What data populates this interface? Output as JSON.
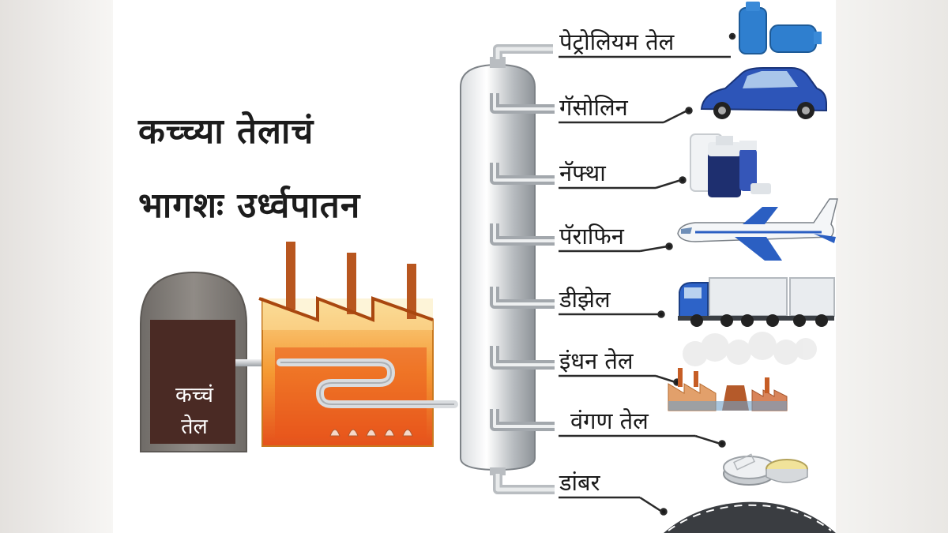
{
  "title": {
    "line1": "कच्च्या तेलाचं",
    "line2": "भागशः उर्ध्वपातन"
  },
  "crude_oil": {
    "line1": "कच्चं",
    "line2": "तेल"
  },
  "products": [
    {
      "label": "पेट्रोलियम तेल",
      "icon": "gas-cylinder-icon"
    },
    {
      "label": "गॅसोलिन",
      "icon": "car-icon"
    },
    {
      "label": "नॅफ्था",
      "icon": "bottles-icon"
    },
    {
      "label": "पॅराफिन",
      "icon": "airplane-icon"
    },
    {
      "label": "डीझेल",
      "icon": "truck-icon"
    },
    {
      "label": "इंधन तेल",
      "icon": "factory-icon"
    },
    {
      "label": "वंगण तेल",
      "icon": "grease-tin-icon"
    },
    {
      "label": "डांबर",
      "icon": "road-icon"
    }
  ],
  "colors": {
    "tower": "#a9adb2",
    "furnace_fire": "#f07c1e",
    "crude": "#4a2a24",
    "chimney": "#c45a1e"
  }
}
